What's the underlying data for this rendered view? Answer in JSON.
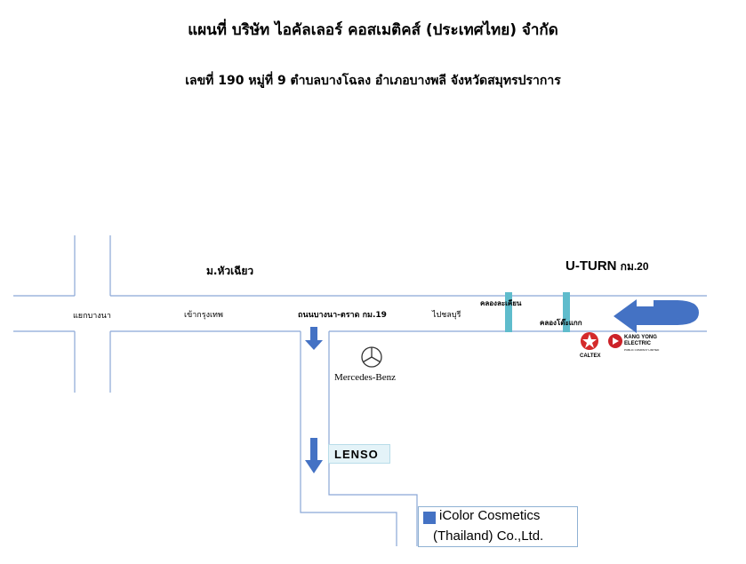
{
  "title": "แผนที่ บริษัท ไอคัลเลอร์ คอสเมติคส์  (ประเทศไทย) จำกัด",
  "subtitle": "เลขที่ 190 หมู่ที่ 9 ตำบลบางโฉลง อำเภอบางพลี จังหวัดสมุทรปราการ",
  "map": {
    "labels": {
      "mu_hua_chiao": "ม.หัวเฉียว",
      "yaek_bangna": "แยกบางนา",
      "khao_krung_thep": "เข้ากรุงเทพ",
      "bangna_trat_road": "ถนนบางนา-ตราด กม.19",
      "pai_chonburi": "ไปชลบุรี",
      "khlong_1": "คลองละเคียน",
      "khlong_2": "คลองโต๊ะแกก"
    },
    "uturn": {
      "main": "U-TURN",
      "km": "กม.20"
    },
    "landmarks": {
      "mercedes": "Mercedes-Benz",
      "lenso": "LENSO",
      "caltex": "CALTEX",
      "kang_yong_line1": "KANG YONG",
      "kang_yong_line2": "ELECTRIC",
      "kang_yong_sub": "PUBLIC COMPANY LIMITED"
    },
    "destination": {
      "line1": "iColor Cosmetics",
      "line2": "(Thailand) Co.,Ltd."
    },
    "colors": {
      "road": "#8aa6d6",
      "arrow": "#4472c4",
      "canal": "#5fbccc",
      "caltex_red": "#d42a2a",
      "kang_yong_red": "#cc2229"
    }
  }
}
